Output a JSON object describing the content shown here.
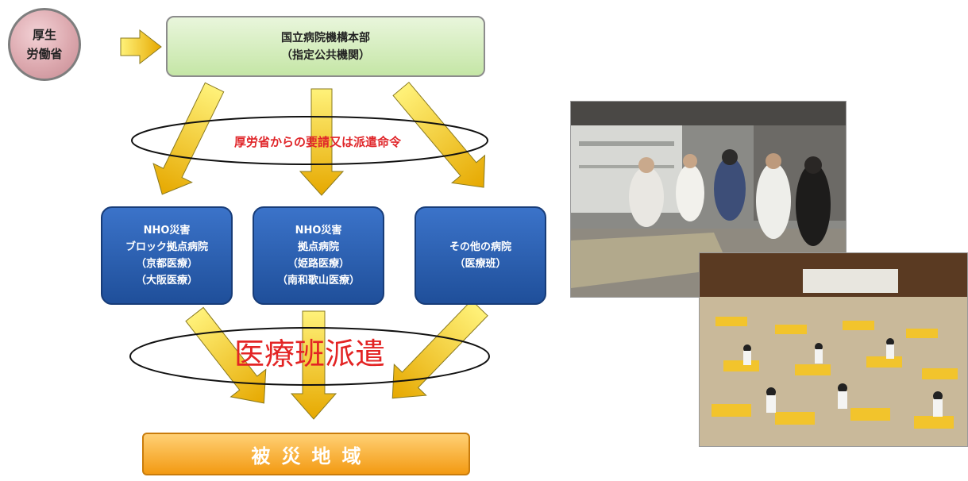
{
  "ministry": {
    "label": "厚生\n労働省"
  },
  "headquarters": {
    "line1": "国立病院機構本部",
    "line2": "（指定公共機関）"
  },
  "request_label": "厚労省からの要請又は派遣命令",
  "hospitals": [
    {
      "lines": [
        "NHO災害",
        "ブロック拠点病院",
        "（京都医療）",
        "（大阪医療）"
      ]
    },
    {
      "lines": [
        "NHO災害",
        "拠点病院",
        "（姫路医療）",
        "（南和歌山医療）"
      ]
    },
    {
      "lines": [
        "その他の病院",
        "（医療班）"
      ]
    }
  ],
  "dispatch_label": "医療班派遣",
  "disaster_area": "被災地域",
  "colors": {
    "arrow": "#f2c417",
    "red_text": "#e0262a",
    "box_blue": "#2c5fb0",
    "orange": "#f39a12"
  }
}
